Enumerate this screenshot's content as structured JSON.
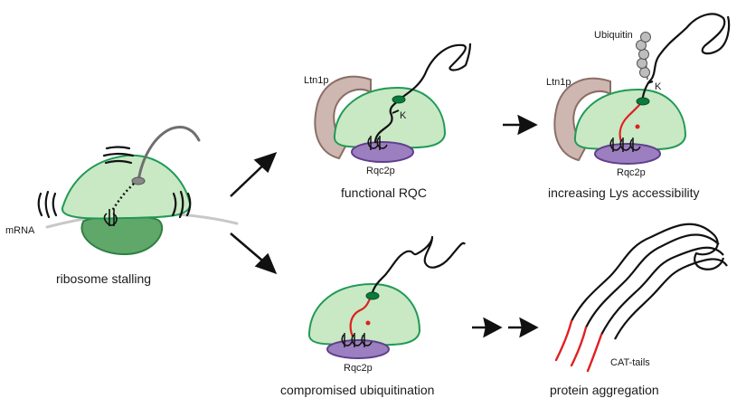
{
  "colors": {
    "large_subunit_fill": "#c9e8c4",
    "large_subunit_stroke": "#1f9a55",
    "small_subunit_fill": "#5fa86a",
    "small_subunit_stroke": "#2f7f43",
    "ltn1p_fill": "#cdb7b0",
    "ltn1p_stroke": "#8a6e66",
    "rqc2p_fill": "#9b7fc0",
    "rqc2p_stroke": "#5f3f8a",
    "exit_tunnel": "#0b7a3a",
    "cat_tail": "#e02020",
    "ubiquitin_fill": "#bdbdbd",
    "mrna_line": "#c8c8c8",
    "chain": "#111111"
  },
  "labels": {
    "mrna": "mRNA",
    "ribosome_stalling": "ribosome stalling",
    "ltn1p_a": "Ltn1p",
    "ltn1p_b": "Ltn1p",
    "k_a": "K",
    "k_b": "K",
    "rqc2p_a": "Rqc2p",
    "rqc2p_b": "Rqc2p",
    "rqc2p_c": "Rqc2p",
    "ubiquitin": "Ubiquitin",
    "functional_rqc": "functional  RQC",
    "increasing_lys": "increasing Lys accessibility",
    "compromised_ubiquitination": "compromised ubiquitination",
    "protein_aggregation": "protein aggregation",
    "cat_tails": "CAT-tails"
  }
}
